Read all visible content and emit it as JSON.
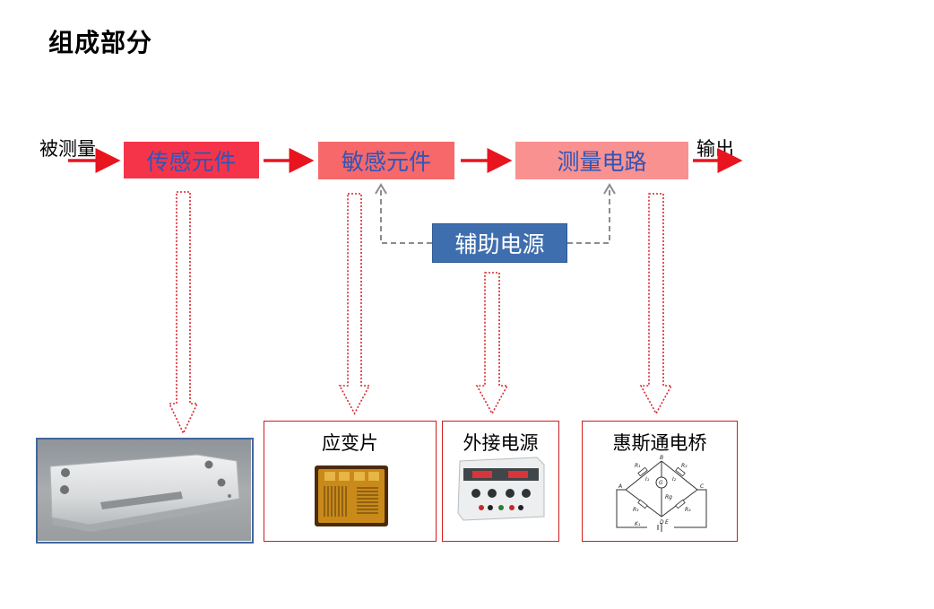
{
  "title": "组成部分",
  "input_label": "被测量",
  "output_label": "输出",
  "blocks": {
    "sensor": "传感元件",
    "sensitive": "敏感元件",
    "measure": "测量电路",
    "power": "辅助电源"
  },
  "examples": {
    "strain_gauge": "应变片",
    "external_power": "外接电源",
    "wheatstone": "惠斯通电桥"
  },
  "bridge_labels": {
    "node_b": "B",
    "node_a": "A",
    "node_c": "C",
    "node_d": "D",
    "r1": "R₁",
    "r2": "R₂",
    "r3": "R₃",
    "r4": "R₄",
    "i1": "I₁",
    "i2": "I₂",
    "rg": "Rg",
    "ks": "K₁",
    "e": "E",
    "g": "G"
  },
  "colors": {
    "arrow": "#e8141e",
    "dotted": "#d9272e",
    "dashed": "#8c8c8c",
    "frame": "#d01c1c",
    "photo_border": "#41679f"
  }
}
